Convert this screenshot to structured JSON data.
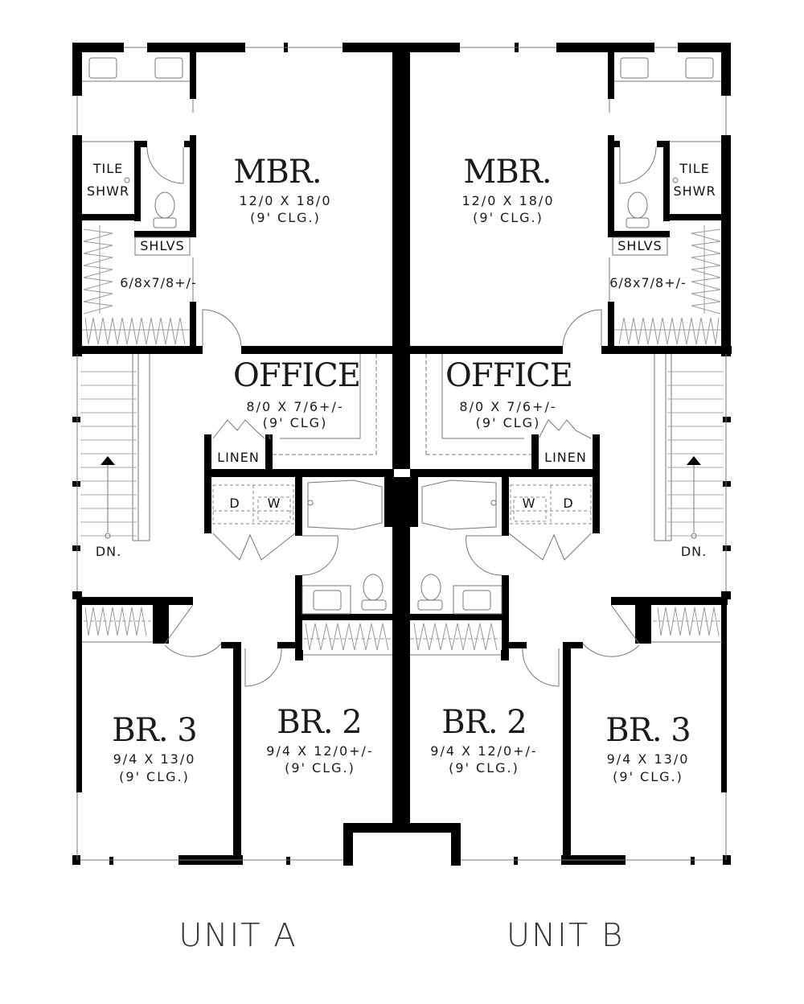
{
  "plan": {
    "units": [
      {
        "label": "UNIT A",
        "rooms": {
          "mbr": {
            "name": "MBR.",
            "dims": "12/0 X 18/0",
            "ceiling": "(9' CLG.)"
          },
          "office": {
            "name": "OFFICE",
            "dims": "8/0 X 7/6+/-",
            "ceiling": "(9' CLG)"
          },
          "br2": {
            "name": "BR. 2",
            "dims": "9/4 X 12/0+/-",
            "ceiling": "(9' CLG.)"
          },
          "br3": {
            "name": "BR. 3",
            "dims": "9/4 X 13/0",
            "ceiling": "(9' CLG.)"
          }
        },
        "fixtures": {
          "shower_line1": "TILE",
          "shower_line2": "SHWR",
          "shelves": "SHLVS",
          "closet_dims": "6/8x7/8+/-",
          "linen": "LINEN",
          "dryer": "D",
          "washer": "W",
          "stair": "DN."
        }
      },
      {
        "label": "UNIT B",
        "rooms": {
          "mbr": {
            "name": "MBR.",
            "dims": "12/0 X 18/0",
            "ceiling": "(9' CLG.)"
          },
          "office": {
            "name": "OFFICE",
            "dims": "8/0 X 7/6+/-",
            "ceiling": "(9' CLG)"
          },
          "br2": {
            "name": "BR. 2",
            "dims": "9/4 X 12/0+/-",
            "ceiling": "(9' CLG.)"
          },
          "br3": {
            "name": "BR. 3",
            "dims": "9/4 X 13/0",
            "ceiling": "(9' CLG.)"
          }
        },
        "fixtures": {
          "shower_line1": "TILE",
          "shower_line2": "SHWR",
          "shelves": "SHLVS",
          "closet_dims": "6/8x7/8+/-",
          "linen": "LINEN",
          "dryer": "D",
          "washer": "W",
          "stair": "DN."
        }
      }
    ],
    "colors": {
      "wall": "#000000",
      "line": "#777777",
      "background": "#ffffff",
      "text": "#1a1a1a"
    }
  }
}
